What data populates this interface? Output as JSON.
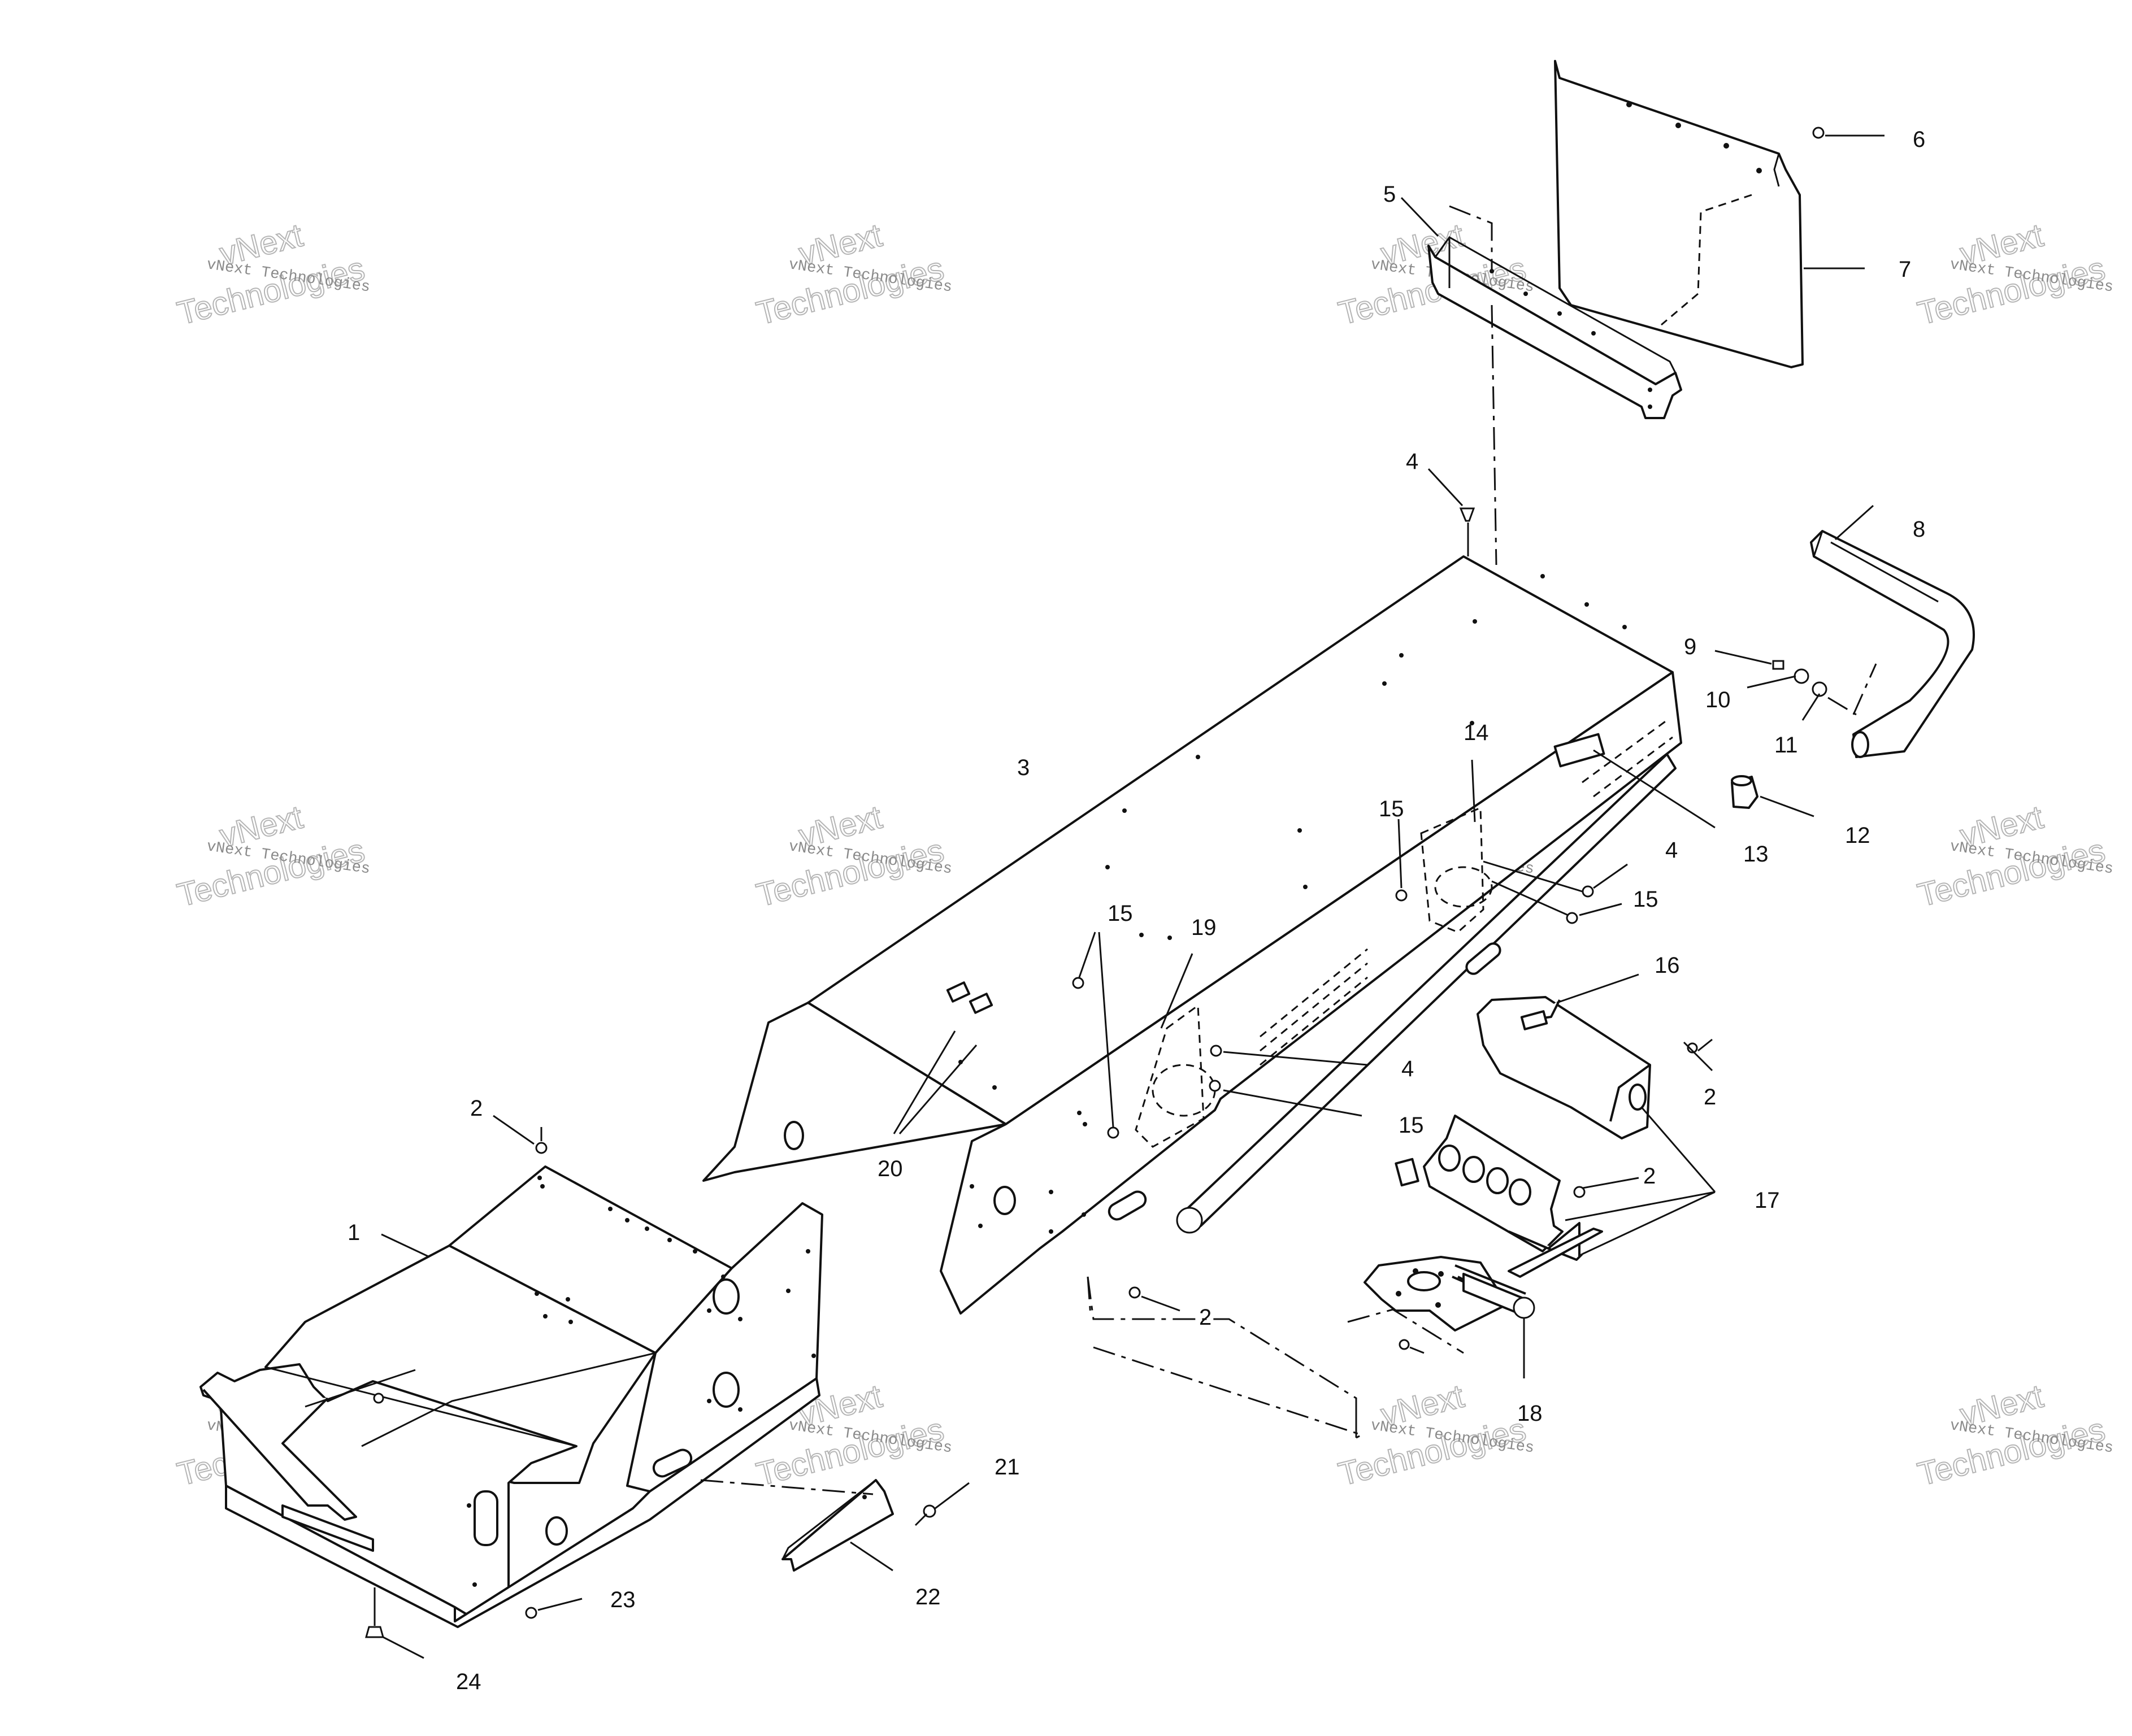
{
  "watermark": {
    "line1": "vNext Technologies",
    "line2": "vNext",
    "line3": "Technologies"
  },
  "callouts": [
    "1",
    "2",
    "3",
    "4",
    "5",
    "6",
    "7",
    "8",
    "9",
    "10",
    "11",
    "12",
    "13",
    "14",
    "15",
    "16",
    "17",
    "18",
    "19",
    "20",
    "21",
    "22",
    "23",
    "24"
  ]
}
